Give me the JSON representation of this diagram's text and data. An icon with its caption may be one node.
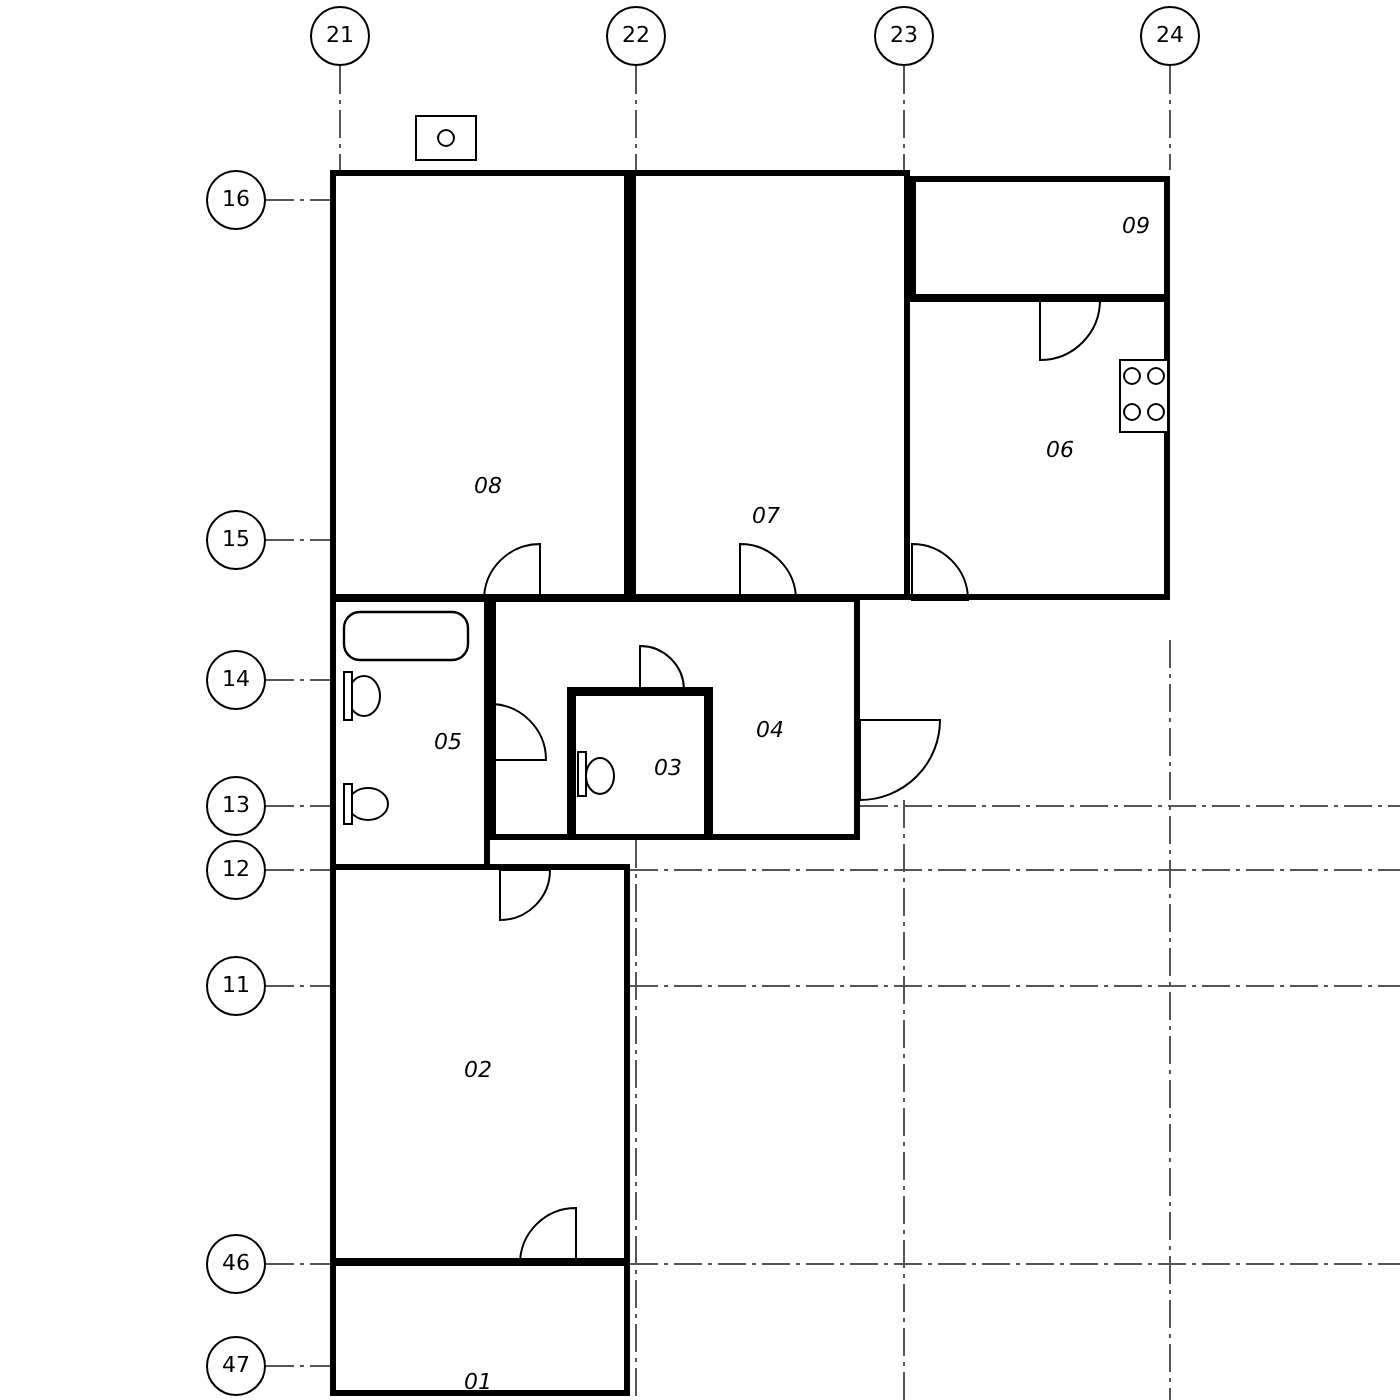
{
  "diagram": {
    "nodes": [
      {
        "text": [
          "21"
        ]
      },
      {
        "text": [
          "22"
        ]
      },
      {
        "text": [
          "23"
        ]
      },
      {
        "text": [
          "24"
        ]
      },
      {
        "text": [
          "16"
        ]
      },
      {
        "text": [
          "15"
        ]
      },
      {
        "text": [
          "14"
        ]
      },
      {
        "text": [
          "13"
        ]
      },
      {
        "text": [
          "12"
        ]
      },
      {
        "text": [
          "11"
        ]
      },
      {
        "text": [
          "46"
        ]
      },
      {
        "text": [
          "47"
        ]
      },
      {
        "text": [
          "09"
        ]
      },
      {
        "text": [
          "06"
        ]
      },
      {
        "text": [
          "08"
        ]
      },
      {
        "text": [
          "07"
        ]
      },
      {
        "text": [
          "05"
        ]
      },
      {
        "text": [
          "04"
        ]
      },
      {
        "text": [
          "03"
        ]
      },
      {
        "text": [
          "02"
        ]
      },
      {
        "text": [
          "01"
        ]
      }
    ],
    "edges": []
  }
}
